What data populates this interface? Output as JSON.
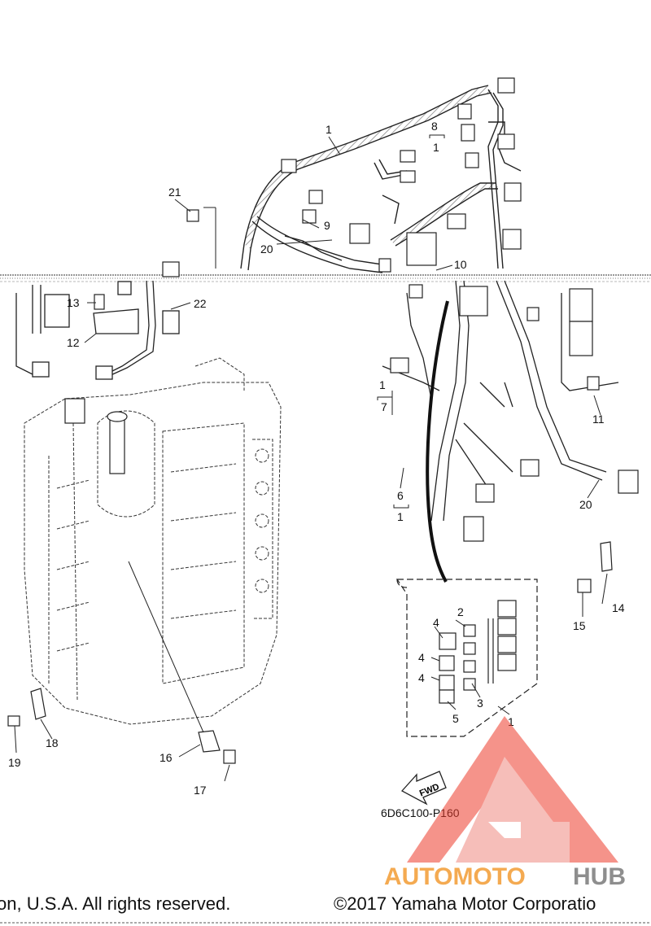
{
  "diagram": {
    "callouts": [
      "1",
      "2",
      "3",
      "4",
      "5",
      "6",
      "7",
      "8",
      "9",
      "10",
      "11",
      "12",
      "13",
      "14",
      "15",
      "16",
      "17",
      "18",
      "19",
      "20",
      "21",
      "22"
    ],
    "fwd_label": "FWD",
    "part_code": "6D6C100-P160"
  },
  "watermark": {
    "brand_orange": "AUTOMOTO",
    "brand_gray": "HUB",
    "colors": {
      "logo": "#ee3b2b",
      "orange": "#f39c33",
      "gray": "#7b7b7b"
    }
  },
  "footer": {
    "copyright_left": "on, U.S.A. All rights reserved.",
    "copyright_right": "©2017 Yamaha Motor Corporatio"
  }
}
